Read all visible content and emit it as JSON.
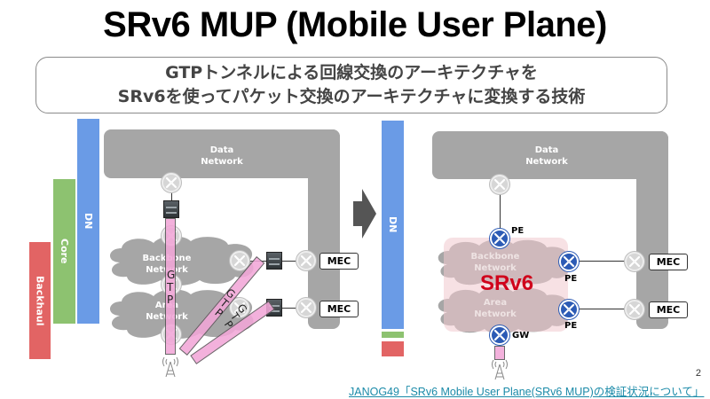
{
  "title": "SRv6 MUP (Mobile User Plane)",
  "subtitle": {
    "line1": "GTPトンネルによる回線交換のアーキテクチャを",
    "line2": "SRv6を使ってパケット交換のアーキテクチャに変換する技術"
  },
  "colors": {
    "dn": "#6a9be6",
    "core": "#8dc270",
    "backhaul": "#e26464",
    "network_gray": "#a6a6a6",
    "tunnel_pink": "#f2a7d8",
    "router_blue": "#2c5bb5",
    "srv6_red": "#d0021b",
    "link": "#1a8aa8"
  },
  "left_diagram": {
    "layers": {
      "dn": "DN",
      "core": "Core",
      "backhaul": "Backhaul"
    },
    "data_network": "Data\nNetwork",
    "backbone": "Backbone\nNetwork",
    "area": "Area\nNetwork",
    "tunnel_label": [
      "G",
      "T",
      "P"
    ],
    "mec": [
      "MEC",
      "MEC"
    ]
  },
  "right_diagram": {
    "layers": {
      "dn": "DN"
    },
    "data_network": "Data\nNetwork",
    "backbone": "Backbone\nNetwork",
    "area": "Area\nNetwork",
    "srv6": "SRv6",
    "labels": {
      "pe_top": "PE",
      "pe_mid": "PE",
      "pe_bottom": "PE",
      "gw": "GW"
    },
    "mec": [
      "MEC",
      "MEC"
    ]
  },
  "footer": {
    "page_number": "2",
    "reference": "JANOG49「SRv6 Mobile User Plane(SRv6 MUP)の検証状況について」"
  }
}
